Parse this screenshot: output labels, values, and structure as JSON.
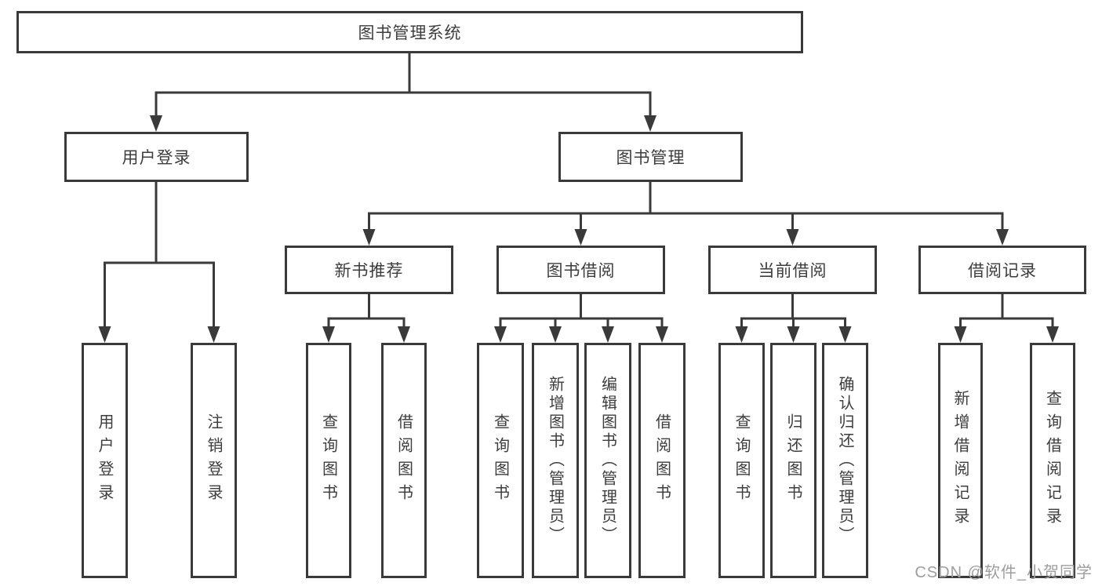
{
  "tree": {
    "root": {
      "label": "图书管理系统"
    },
    "branches": [
      {
        "label": "用户登录",
        "children": [
          {
            "label": "用户登录"
          },
          {
            "label": "注销登录"
          }
        ]
      },
      {
        "label": "图书管理",
        "children": [
          {
            "label": "新书推荐",
            "children": [
              {
                "label": "查询图书"
              },
              {
                "label": "借阅图书"
              }
            ]
          },
          {
            "label": "图书借阅",
            "children": [
              {
                "label": "查询图书"
              },
              {
                "label": "新增图书（管理员）"
              },
              {
                "label": "编辑图书（管理员）"
              },
              {
                "label": "借阅图书"
              }
            ]
          },
          {
            "label": "当前借阅",
            "children": [
              {
                "label": "查询图书"
              },
              {
                "label": "归还图书"
              },
              {
                "label": "确认归还（管理员）"
              }
            ]
          },
          {
            "label": "借阅记录",
            "children": [
              {
                "label": "新增借阅记录"
              },
              {
                "label": "查询借阅记录"
              }
            ]
          }
        ]
      }
    ]
  },
  "watermark": {
    "text": "CSDN @软件_小贺同学"
  },
  "colors": {
    "line": "#3a3a3a",
    "text": "#3d3d3d",
    "watermark": "#9e9e9e",
    "background": "#ffffff"
  }
}
